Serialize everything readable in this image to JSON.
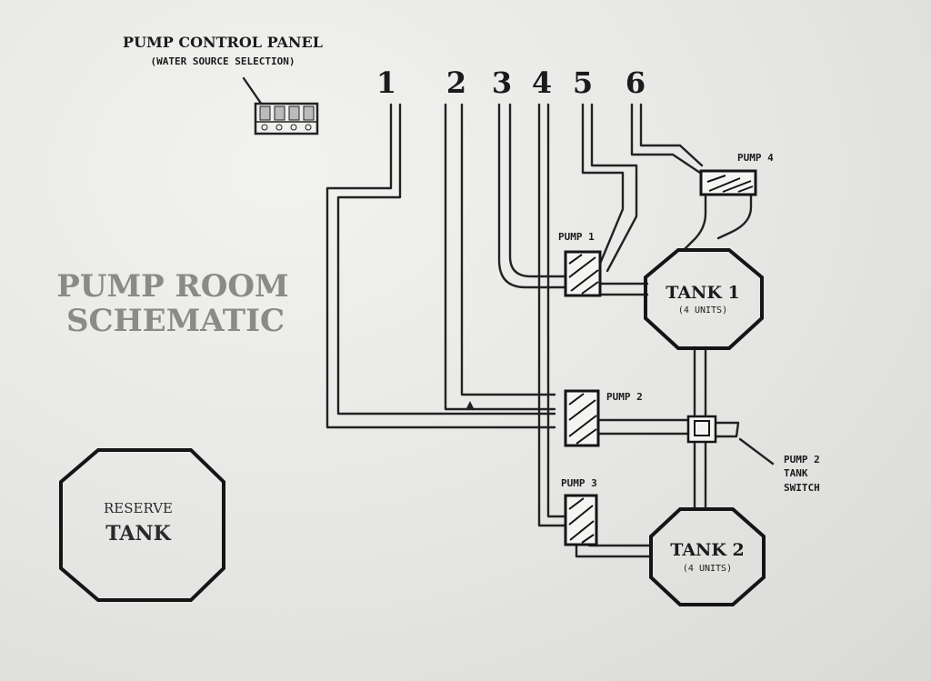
{
  "control_panel": {
    "title": "PUMP CONTROL PANEL",
    "subtitle": "(WATER SOURCE SELECTION)"
  },
  "heading": {
    "line1": "PUMP ROOM",
    "line2": "SCHEMATIC"
  },
  "source_numbers": [
    "1",
    "2",
    "3",
    "4",
    "5",
    "6"
  ],
  "pumps": {
    "p1": "PUMP 1",
    "p2": "PUMP 2",
    "p3": "PUMP 3",
    "p4": "PUMP 4"
  },
  "tanks": {
    "tank1": {
      "label": "TANK 1",
      "capacity": "(4 UNITS)"
    },
    "tank2": {
      "label": "TANK 2",
      "capacity": "(4 UNITS)"
    },
    "reserve": {
      "line1": "RESERVE",
      "line2": "TANK"
    }
  },
  "switch_label": {
    "line1": "PUMP 2",
    "line2": "TANK",
    "line3": "SWITCH"
  },
  "colors": {
    "ink": "#1b1b1b",
    "paper": "#e8e8e6",
    "faded_heading": "#8a8a88"
  }
}
